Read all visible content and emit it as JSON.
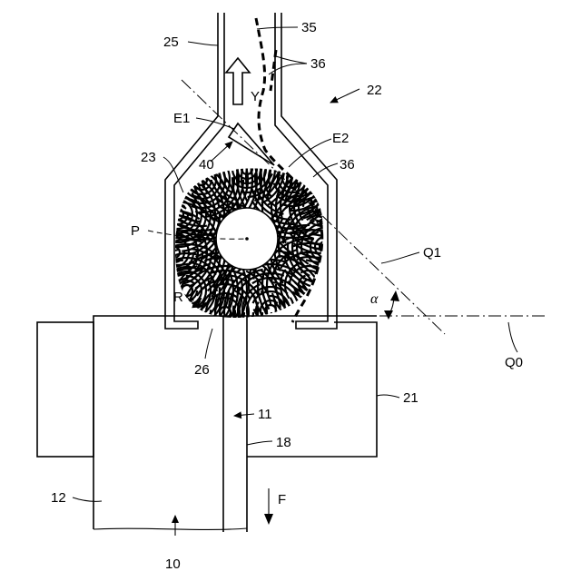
{
  "labels": {
    "l10": "10",
    "l11": "11",
    "l12": "12",
    "l18": "18",
    "l21": "21",
    "l22": "22",
    "l23": "23",
    "l25": "25",
    "l26": "26",
    "l35": "35",
    "l36a": "36",
    "l36b": "36",
    "l40": "40",
    "E1": "E1",
    "E2": "E2",
    "P": "P",
    "Q0": "Q0",
    "Q1": "Q1",
    "R": "R",
    "Y": "Y",
    "F": "F",
    "alpha": "α"
  }
}
